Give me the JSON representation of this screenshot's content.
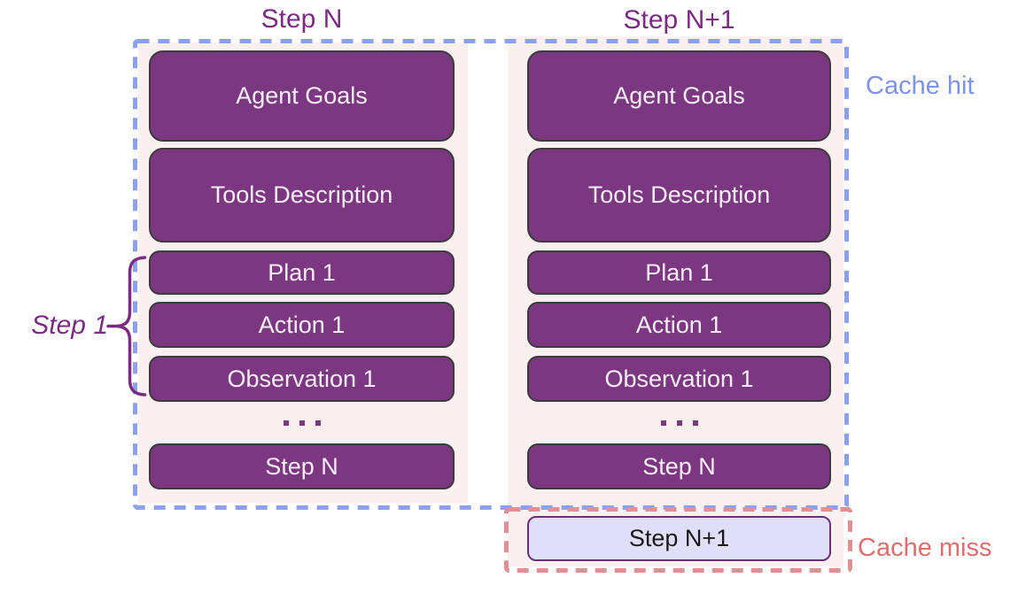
{
  "titles": {
    "left_column": "Step N",
    "right_column": "Step N+1"
  },
  "boxes": {
    "agent_goals": "Agent Goals",
    "tools_description": "Tools Description",
    "plan_1": "Plan 1",
    "action_1": "Action 1",
    "observation_1": "Observation 1",
    "step_n": "Step N",
    "step_n_plus_1": "Step N+1"
  },
  "labels": {
    "cache_hit": "Cache hit",
    "cache_miss": "Cache miss",
    "step_1_bracket": "Step 1"
  },
  "icons": {
    "ellipsis": "..."
  },
  "colors": {
    "prompt_box_fill": "#7B3880",
    "prompt_box_border": "#3B3B3B",
    "prompt_box_text": "#F5EDF5",
    "new_step_box_fill": "#DFDFFA",
    "new_step_box_border": "#6A2F78",
    "panel_background": "#FAF0F0",
    "cache_hit_dash": "#8CA0EC",
    "cache_miss_dash": "#DE9094",
    "title_purple": "#7B2C82",
    "cache_hit_text": "#7F92E9",
    "cache_miss_text": "#DC6E6E"
  }
}
